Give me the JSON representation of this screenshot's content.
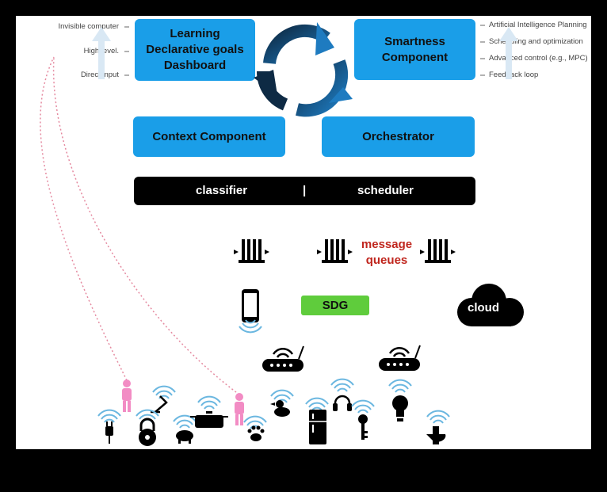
{
  "boxes": {
    "learning": [
      "Learning",
      "Declarative goals",
      "Dashboard"
    ],
    "smartness": [
      "Smartness",
      "Component"
    ],
    "context": "Context Component",
    "orchestrator": "Orchestrator"
  },
  "left_labels": [
    "Invisible computer",
    "High level.",
    "Direct input"
  ],
  "right_labels": [
    "Artificial Intelligence Planning",
    "Scheduling and optimization",
    "Advanced control (e.g., MPC)",
    "Feedback loop"
  ],
  "bar": {
    "left": "classifier",
    "divider": "|",
    "right": "scheduler"
  },
  "message_queues": [
    "message",
    "queues"
  ],
  "sdg": "SDG",
  "cloud": "cloud",
  "colors": {
    "box": "#1a9ee8",
    "sdg": "#5fcc3c",
    "queue_text": "#c0261e",
    "wifi": "#6bb7e0",
    "person": "#f28cc4",
    "dotted": "#e58aa0"
  },
  "icons": [
    "cycle-arrows-icon",
    "queue-icon",
    "phone-icon",
    "router-icon",
    "cloud-icon",
    "wifi-icon",
    "person-icon",
    "plug-icon",
    "lamp-icon",
    "lock-icon",
    "pot-icon",
    "pig-icon",
    "paw-icon",
    "duck-icon",
    "fridge-icon",
    "headphones-icon",
    "key-icon",
    "bulb-icon",
    "toilet-icon"
  ]
}
